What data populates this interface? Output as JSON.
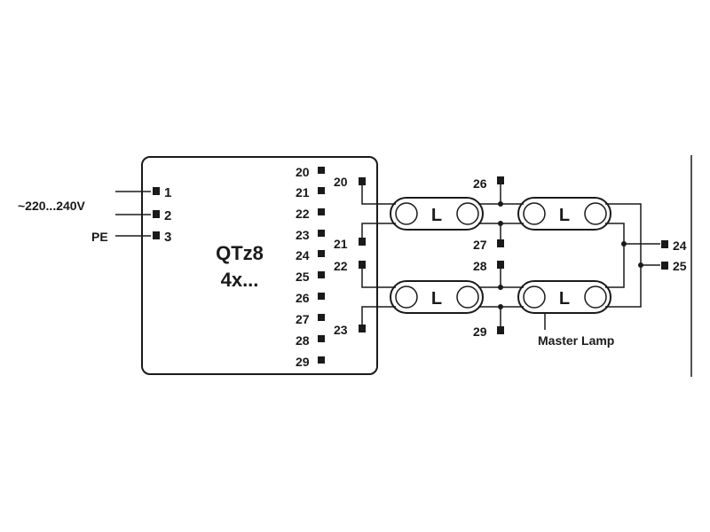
{
  "device": {
    "name": "QTz8",
    "variant": "4x..."
  },
  "input": {
    "voltage_label": "~220...240V",
    "pe_label": "PE",
    "terminals": [
      "1",
      "2",
      "3"
    ]
  },
  "output_terminals": [
    "20",
    "21",
    "22",
    "23",
    "24",
    "25",
    "26",
    "27",
    "28",
    "29"
  ],
  "wiring_labels": {
    "t20": "20",
    "t21": "21",
    "t22": "22",
    "t23": "23",
    "t24": "24",
    "t25": "25",
    "t26": "26",
    "t27": "27",
    "t28": "28",
    "t29": "29"
  },
  "lamp_letter": "L",
  "master_lamp_label": "Master Lamp",
  "colors": {
    "line": "#1a1a1a",
    "background": "#ffffff"
  }
}
